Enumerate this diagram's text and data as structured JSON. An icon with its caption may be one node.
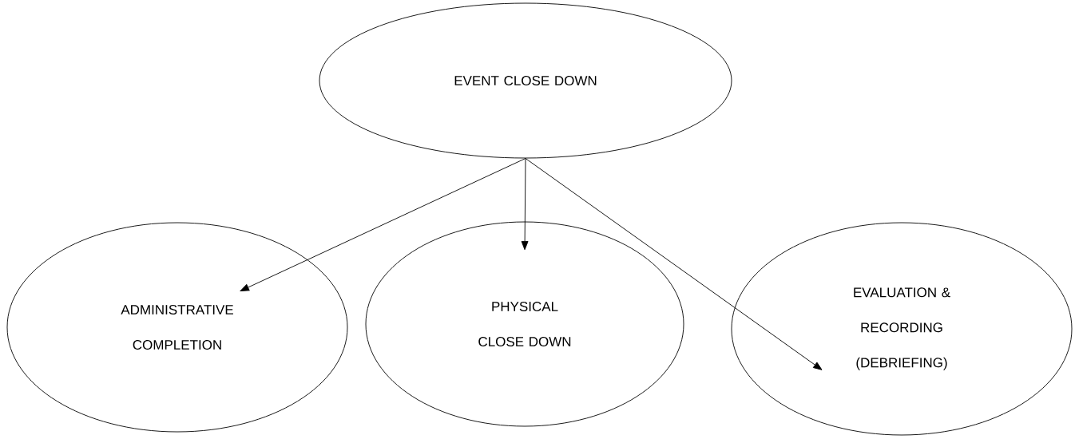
{
  "diagram": {
    "nodes": [
      {
        "text": [
          "EVENT CLOSE DOWN"
        ]
      },
      {
        "text": [
          "ADMINISTRATIVE COMPLETION"
        ]
      },
      {
        "text": [
          "PHYSICAL CLOSE DOWN"
        ]
      },
      {
        "text": [
          "EVALUATION & RECORDING (DEBRIEFING)"
        ]
      }
    ],
    "edges": [
      {
        "from": 0,
        "to": 1,
        "arrow": "to"
      },
      {
        "from": 0,
        "to": 2,
        "arrow": "to"
      },
      {
        "from": 0,
        "to": 3,
        "arrow": "to"
      }
    ]
  }
}
